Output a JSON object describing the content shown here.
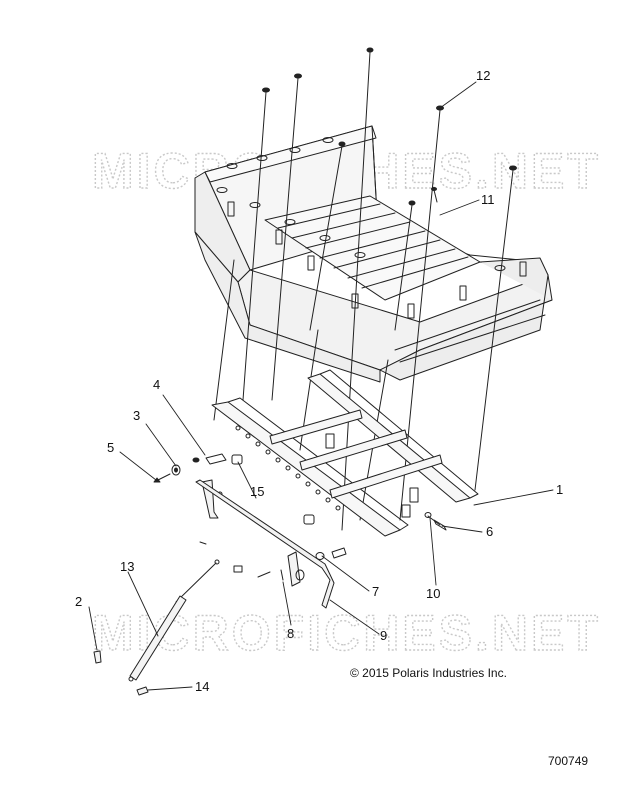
{
  "watermark": {
    "text": "MICROFICHES.NET"
  },
  "callouts": {
    "c1": "1",
    "c2": "2",
    "c3": "3",
    "c4": "4",
    "c5": "5",
    "c6": "6",
    "c7": "7",
    "c8": "8",
    "c9": "9",
    "c10": "10",
    "c11": "11",
    "c12": "12",
    "c13": "13",
    "c14": "14",
    "c15": "15"
  },
  "copyright": "© 2015 Polaris Industries Inc.",
  "diagram_id": "700749"
}
